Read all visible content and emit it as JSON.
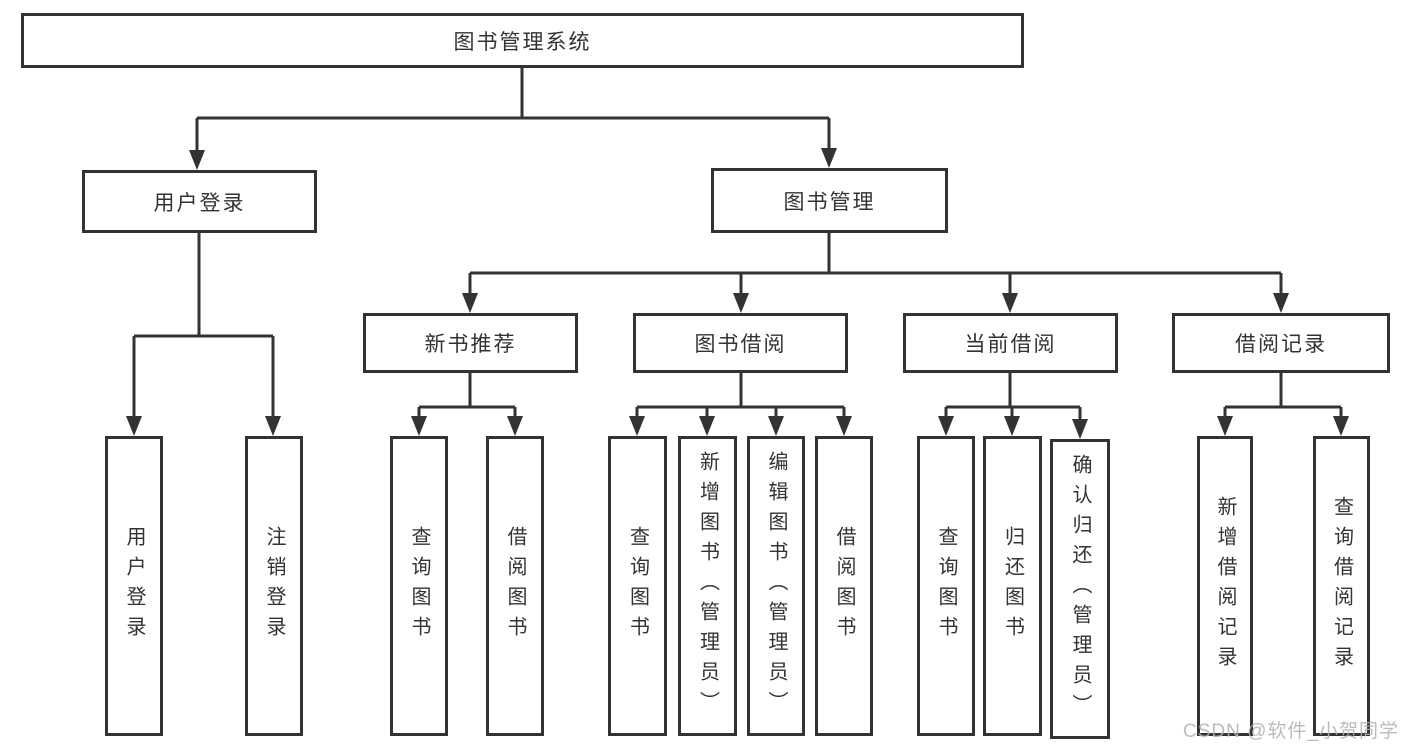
{
  "root": {
    "label": "图书管理系统"
  },
  "branches": [
    {
      "label": "用户登录",
      "leaves": [
        {
          "label": "用户登录"
        },
        {
          "label": "注销登录"
        }
      ]
    },
    {
      "label": "图书管理",
      "groups": [
        {
          "label": "新书推荐",
          "leaves": [
            {
              "label": "查询图书"
            },
            {
              "label": "借阅图书"
            }
          ]
        },
        {
          "label": "图书借阅",
          "leaves": [
            {
              "label": "查询图书"
            },
            {
              "label": "新增图书（管理员）"
            },
            {
              "label": "编辑图书（管理员）"
            },
            {
              "label": "借阅图书"
            }
          ]
        },
        {
          "label": "当前借阅",
          "leaves": [
            {
              "label": "查询图书"
            },
            {
              "label": "归还图书"
            },
            {
              "label": "确认归还（管理员）"
            }
          ]
        },
        {
          "label": "借阅记录",
          "leaves": [
            {
              "label": "新增借阅记录"
            },
            {
              "label": "查询借阅记录"
            }
          ]
        }
      ]
    }
  ],
  "watermark": {
    "text": "CSDN @软件_小贺同学"
  },
  "colors": {
    "line": "#333333",
    "text": "#333333",
    "background": "#ffffff",
    "watermark": "#b2b2b2"
  }
}
